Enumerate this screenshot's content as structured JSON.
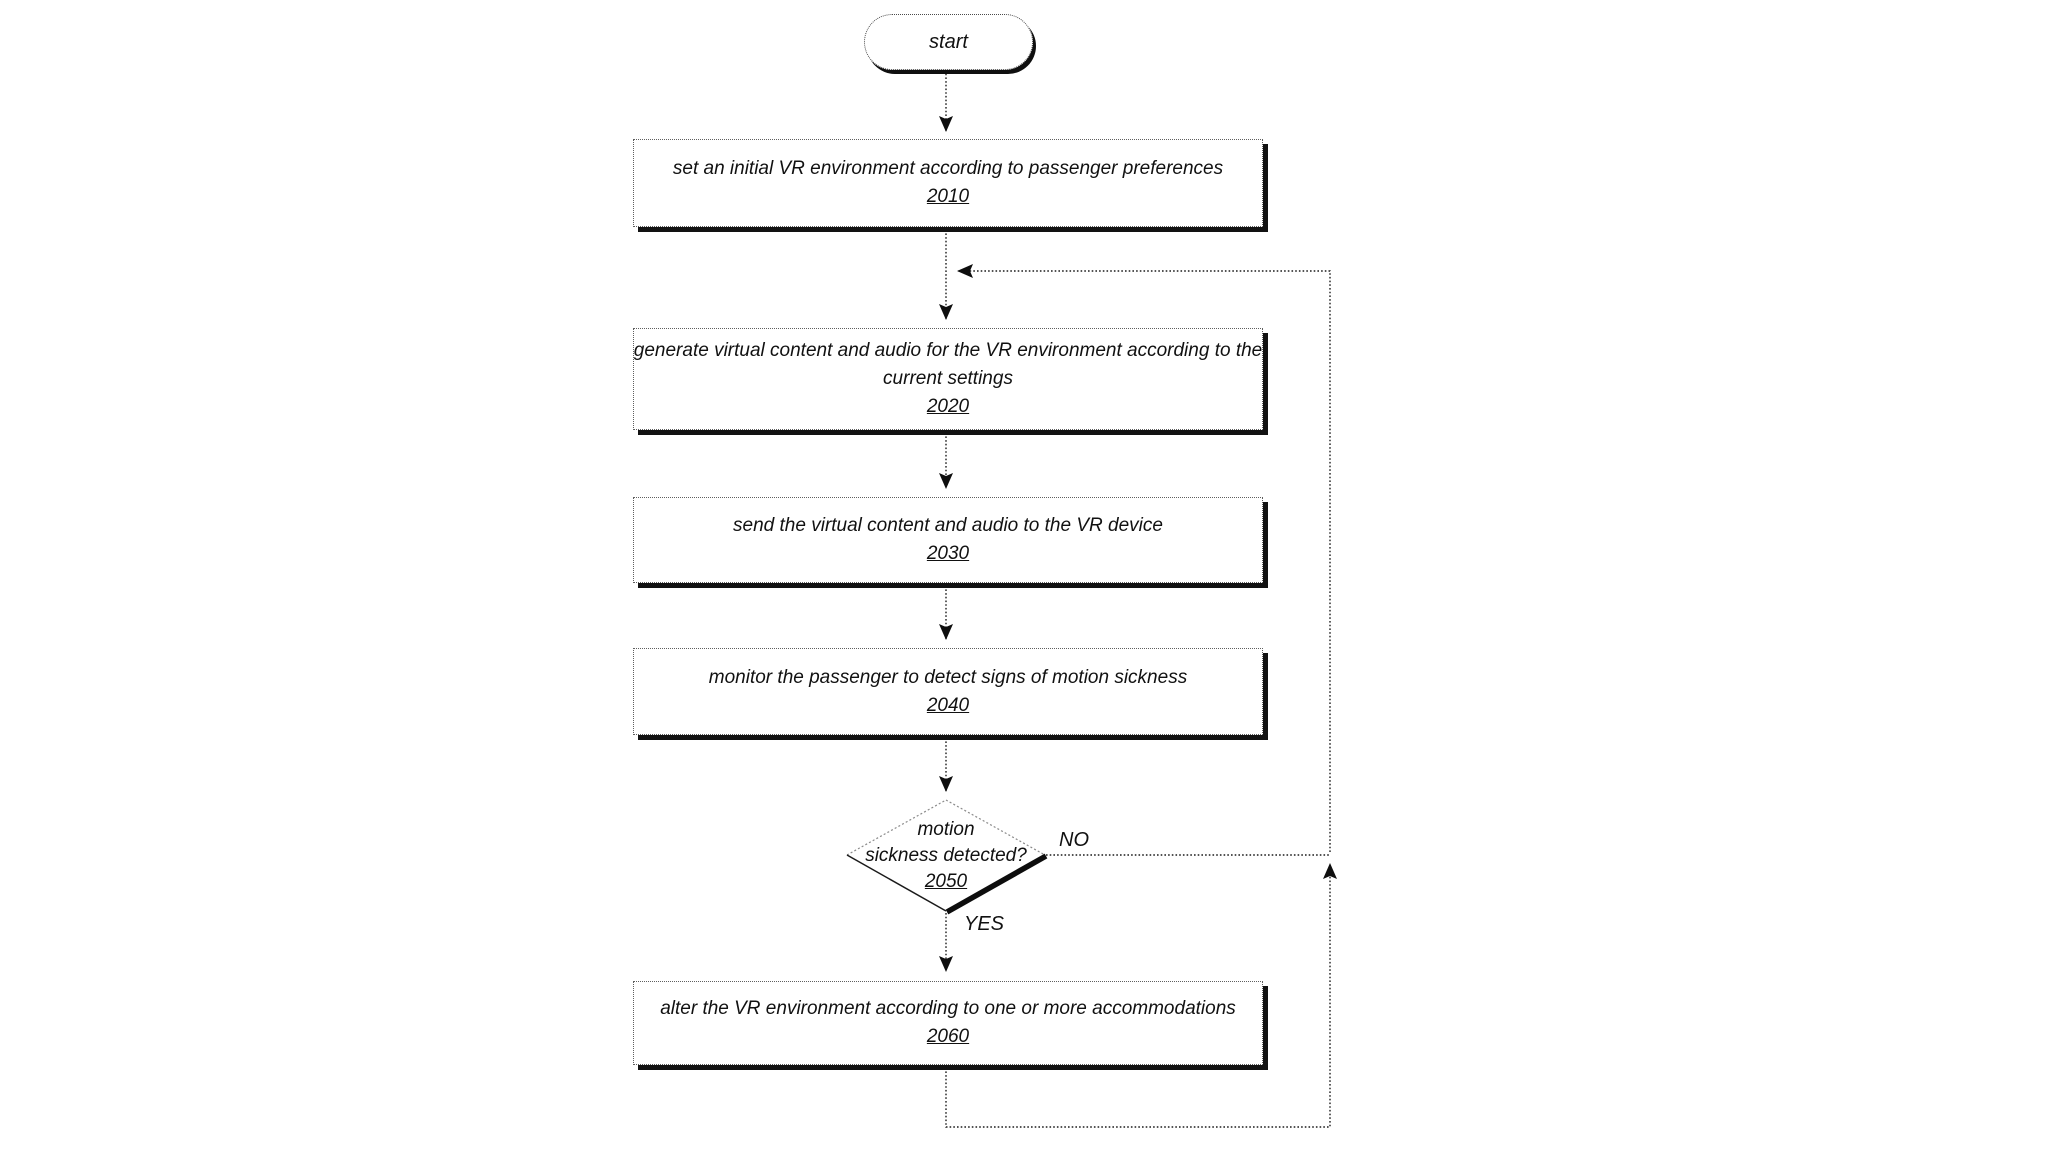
{
  "diagram": {
    "type": "flowchart",
    "figure_subject": "VR motion sickness accommodation loop",
    "nodes": [
      {
        "id": "start",
        "type": "terminal",
        "label": "start"
      },
      {
        "id": "2010",
        "type": "process",
        "label": "set an initial VR environment according to passenger preferences",
        "lines": [
          "set an initial VR environment according to passenger preferences"
        ],
        "ref": "2010"
      },
      {
        "id": "2020",
        "type": "process",
        "label": "generate virtual content and audio for the VR environment according to the current settings",
        "lines": [
          "generate virtual content and audio for the VR environment according to the",
          "current settings"
        ],
        "ref": "2020"
      },
      {
        "id": "2030",
        "type": "process",
        "label": "send the virtual content and audio to the VR device",
        "lines": [
          "send the virtual content and audio to the VR device"
        ],
        "ref": "2030"
      },
      {
        "id": "2040",
        "type": "process",
        "label": "monitor the passenger to detect signs of motion sickness",
        "lines": [
          "monitor the passenger to detect signs of motion sickness"
        ],
        "ref": "2040"
      },
      {
        "id": "2050",
        "type": "decision",
        "label": "motion sickness detected?",
        "lines": [
          "motion",
          "sickness detected?"
        ],
        "ref": "2050"
      },
      {
        "id": "2060",
        "type": "process",
        "label": "alter the VR environment according to one or more accommodations",
        "lines": [
          "alter the VR environment according to one or more accommodations"
        ],
        "ref": "2060"
      }
    ],
    "edges": [
      {
        "from": "start",
        "to": "2010",
        "label": ""
      },
      {
        "from": "2010",
        "to": "2020",
        "label": ""
      },
      {
        "from": "2020",
        "to": "2030",
        "label": ""
      },
      {
        "from": "2030",
        "to": "2040",
        "label": ""
      },
      {
        "from": "2040",
        "to": "2050",
        "label": ""
      },
      {
        "from": "2050",
        "to": "2060",
        "label": "YES"
      },
      {
        "from": "2050",
        "to": "2020",
        "label": "NO"
      },
      {
        "from": "2060",
        "to": "2020",
        "label": ""
      }
    ],
    "edge_labels": {
      "no": "NO",
      "yes": "YES"
    },
    "colors": {
      "line": "#1c1c1c",
      "shadow": "#121212",
      "border_dots": "#5f5f5f",
      "text": "#111111",
      "background": "#ffffff"
    }
  }
}
